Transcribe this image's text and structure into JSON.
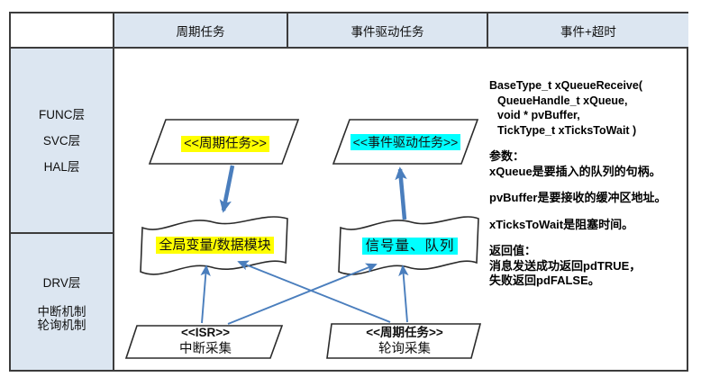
{
  "header": {
    "col1": "",
    "col2": "周期任务",
    "col3": "事件驱动任务",
    "col4": "事件+超时"
  },
  "sidebar": {
    "top_lines": [
      "FUNC层",
      "SVC层",
      "HAL层"
    ],
    "bottom_line1": "DRV层",
    "bottom_line2": "中断机制",
    "bottom_line3": "轮询机制"
  },
  "diagram": {
    "periodic_task": "<<周期任务>>",
    "event_task": "<<事件驱动任务>>",
    "global_data": "全局变量/数据模块",
    "semaphore_queue": "信号量、队列",
    "isr_tag": "<<ISR>>",
    "isr_label": "中断采集",
    "poll_tag": "<<周期任务>>",
    "poll_label": "轮询采集"
  },
  "panel": {
    "code_line1": "BaseType_t xQueueReceive(",
    "code_line2": "QueueHandle_t xQueue,",
    "code_line3": "void * pvBuffer,",
    "code_line4": "TickType_t xTicksToWait )",
    "param_label": "参数：",
    "param_1": "xQueue是要插入的队列的句柄。",
    "param_2": "pvBuffer是要接收的缓冲区地址。",
    "param_3": "xTicksToWait是阻塞时间。",
    "return_label": "返回值：",
    "return_1": "消息发送成功返回pdTRUE，",
    "return_2": "失败返回pdFALSE。"
  },
  "colors": {
    "header_fill": "#dce6f1",
    "highlight_yellow": "#ffff00",
    "highlight_cyan": "#00ffff",
    "arrow_blue": "#4a7ebd",
    "border": "#3c3c3c"
  }
}
